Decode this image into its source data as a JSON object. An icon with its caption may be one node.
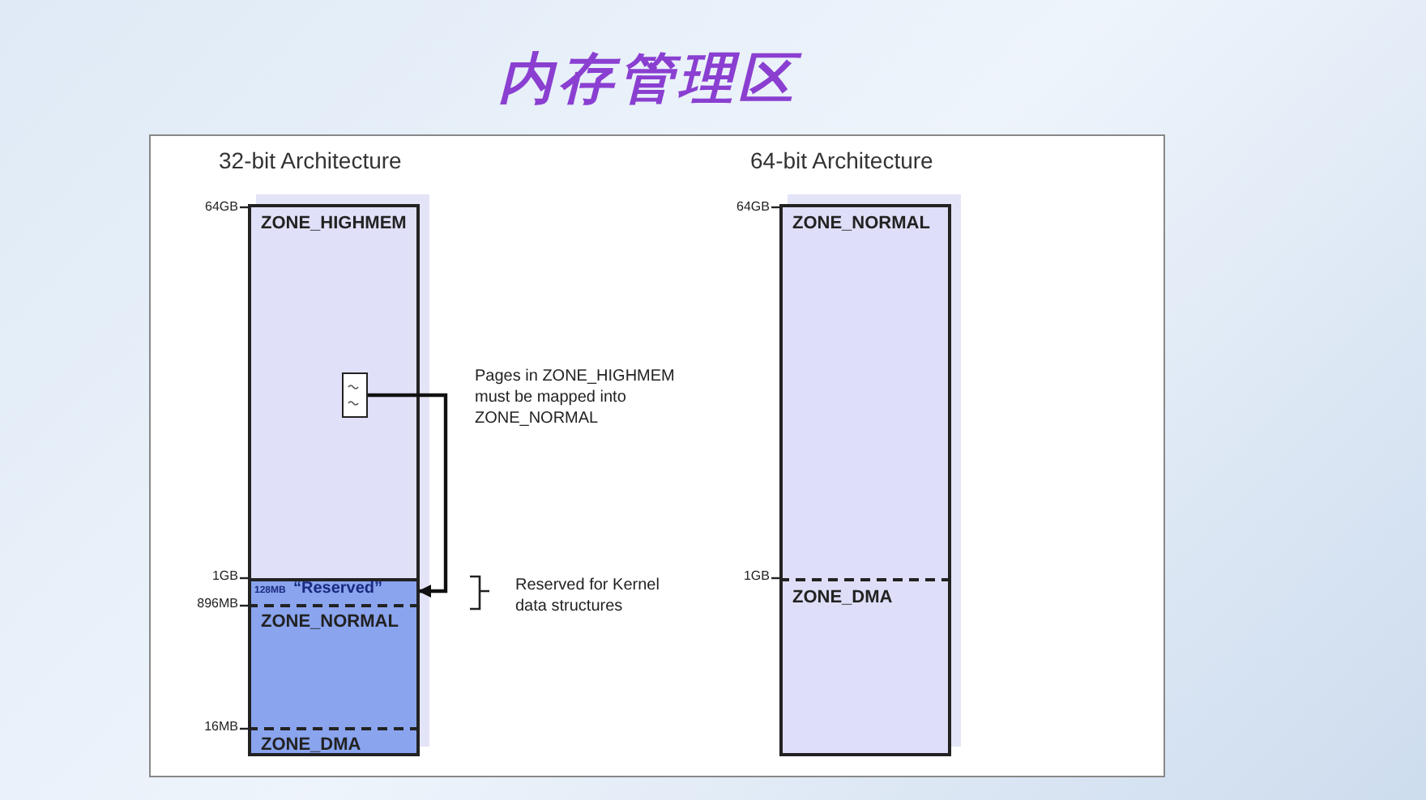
{
  "diagram": {
    "title": "内存管理区",
    "nodes": [
      {
        "text": [
          "ZONE_HIGHMEM"
        ]
      },
      {
        "text": [],
        "shape": "box",
        "in": 0
      },
      {
        "text": [
          "128MB",
          "“Reserved”"
        ]
      },
      {
        "text": [
          "ZONE_NORMAL"
        ]
      },
      {
        "text": [
          "ZONE_DMA"
        ]
      },
      {
        "text": [
          "ZONE_NORMAL"
        ]
      },
      {
        "text": [
          "ZONE_DMA"
        ]
      }
    ],
    "edges": [
      {
        "from": 1,
        "to": 2,
        "arrow": "to"
      }
    ],
    "labels": [
      "32-bit Architecture",
      "64-bit Architecture",
      "64GB",
      "64GB",
      "Pages in ZONE_HIGHMEM must be mapped into ZONE_NORMAL",
      "1GB",
      "Reserved for Kernel data structures",
      "896MB",
      "1GB",
      "16MB"
    ]
  }
}
